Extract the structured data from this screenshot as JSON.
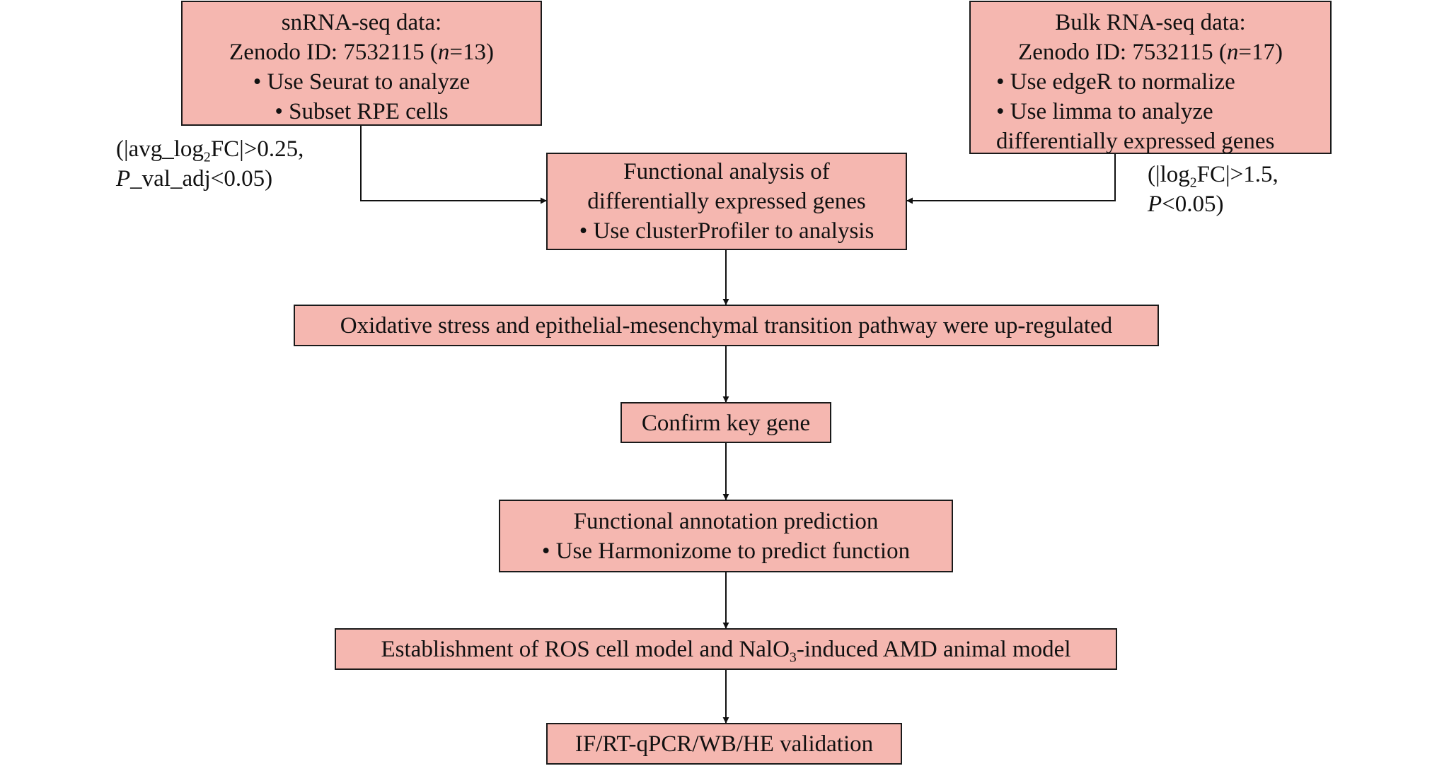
{
  "snrna": {
    "title": "snRNA-seq data:",
    "zenodo_prefix": "Zenodo ID: 7532115 (",
    "n_var": "n",
    "zenodo_suffix": "=13)",
    "bullet1": "• Use Seurat to analyze",
    "bullet2": "• Subset RPE cells"
  },
  "bulk": {
    "title": "Bulk RNA-seq data:",
    "zenodo_prefix": "Zenodo ID: 7532115 (",
    "n_var": "n",
    "zenodo_suffix": "=17)",
    "bullet1": "• Use edgeR to normalize",
    "bullet2": "• Use limma to analyze",
    "bullet2_cont": "differentially expressed genes"
  },
  "snrna_threshold": {
    "line1_a": "(|avg_log",
    "line1_sub": "2",
    "line1_b": "FC|>0.25,",
    "line2_p": "P",
    "line2_rest": "_val_adj<0.05)"
  },
  "bulk_threshold": {
    "line1_a": "(|log",
    "line1_sub": "2",
    "line1_b": "FC|>1.5,",
    "line2_p": "P",
    "line2_rest": "<0.05)"
  },
  "functional": {
    "line1": "Functional analysis of",
    "line2": "differentially expressed genes",
    "line3": "• Use clusterProfiler to analysis"
  },
  "pathway": "Oxidative stress and epithelial-mesenchymal transition pathway were up-regulated",
  "confirm": "Confirm key gene",
  "annotation": {
    "line1": "Functional annotation prediction",
    "line2": "• Use Harmonizome to predict function"
  },
  "model": {
    "part1": "Establishment of ROS cell model and NalO",
    "sub": "3",
    "part2": "-induced AMD animal model"
  },
  "validation": "IF/RT-qPCR/WB/HE validation"
}
